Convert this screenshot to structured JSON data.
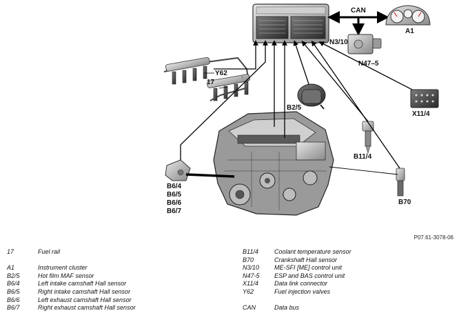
{
  "callouts": {
    "can": "CAN",
    "a1": "A1",
    "n3_10": "N3/10",
    "n47_5": "N47–5",
    "y62": "Y62",
    "fuel_rail": "17",
    "b2_5": "B2/5",
    "x11_4": "X11/4",
    "b11_4": "B11/4",
    "b70": "B70",
    "b6_group": [
      "B6/4",
      "B6/5",
      "B6/6",
      "B6/7"
    ]
  },
  "figure_ref": "P07.61-3078-06",
  "legend_left": [
    {
      "code": "17",
      "desc": "Fuel rail"
    },
    {
      "code": "",
      "desc": ""
    },
    {
      "code": "A1",
      "desc": "Instrument cluster"
    },
    {
      "code": "B2/5",
      "desc": "Hot film MAF sensor"
    },
    {
      "code": "B6/4",
      "desc": "Left intake camshaft Hall sensor"
    },
    {
      "code": "B6/5",
      "desc": "Right intake camshaft Hall sensor"
    },
    {
      "code": "B6/6",
      "desc": "Left exhaust camshaft Hall sensor"
    },
    {
      "code": "B6/7",
      "desc": "Right exhaust camshaft Hall sensor"
    }
  ],
  "legend_right": [
    {
      "code": "B11/4",
      "desc": "Coolant temperature sensor"
    },
    {
      "code": "B70",
      "desc": "Crankshaft Hall sensor"
    },
    {
      "code": "N3/10",
      "desc": "ME-SFI [ME] control unit"
    },
    {
      "code": "N47-5",
      "desc": "ESP and BAS control unit"
    },
    {
      "code": "X11/4",
      "desc": "Data link connector"
    },
    {
      "code": "Y62",
      "desc": "Fuel injection valves"
    },
    {
      "code": "",
      "desc": ""
    },
    {
      "code": "CAN",
      "desc": "Data bus"
    }
  ]
}
